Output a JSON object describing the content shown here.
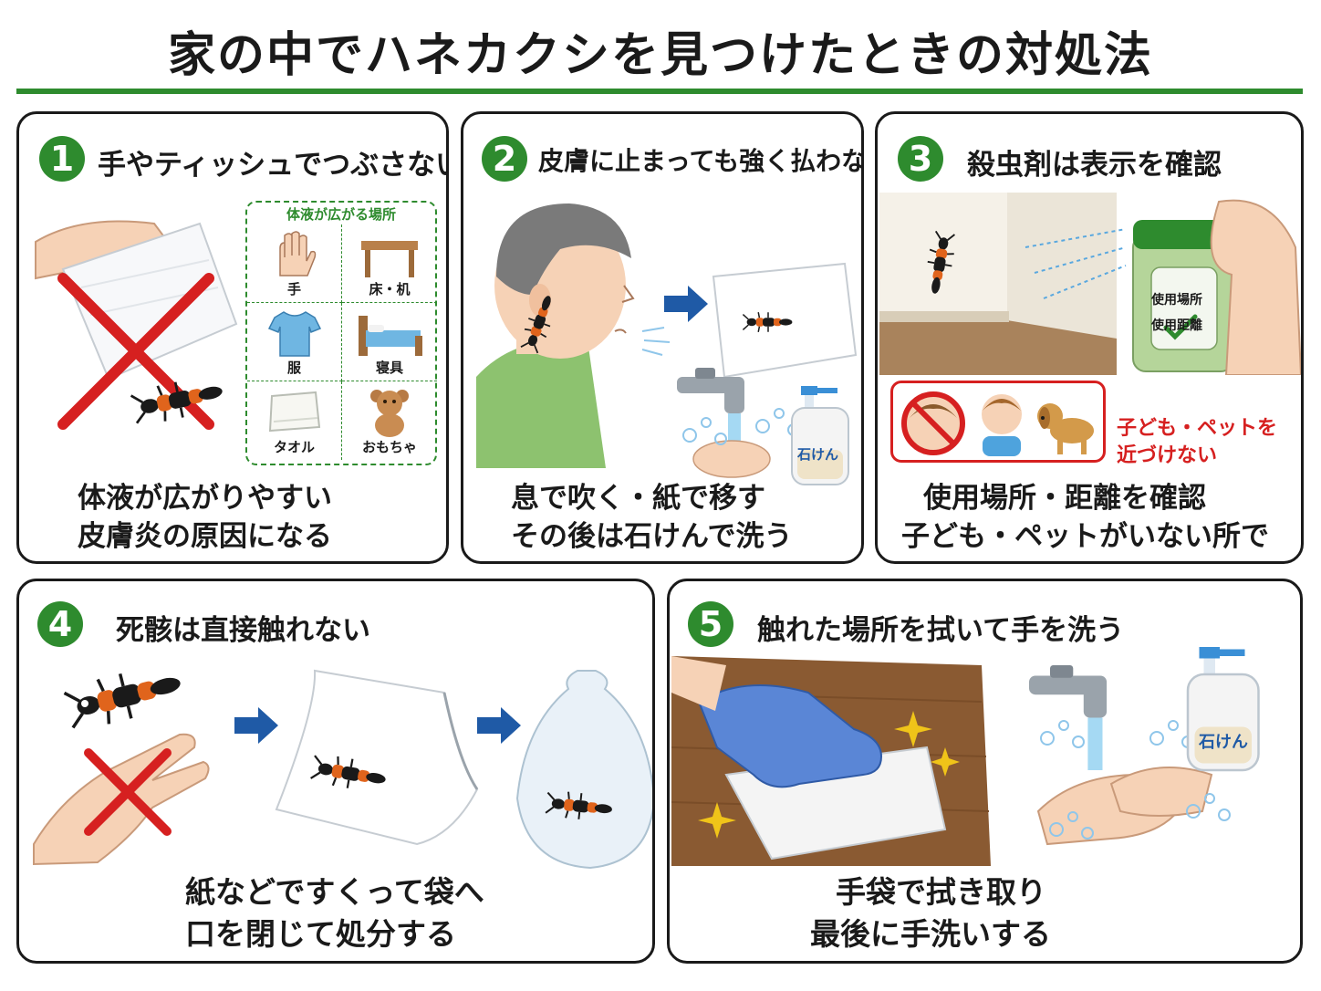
{
  "title": "家の中でハネカクシを見つけたときの対処法",
  "colors": {
    "accent": "#2e8b2e",
    "warn": "#d62020",
    "arrow": "#1f5aa6"
  },
  "panels": [
    {
      "number": "1",
      "heading": "手やティッシュでつぶさない",
      "grid_title": "体液が広がる場所",
      "grid_items": [
        "手",
        "床・机",
        "服",
        "寝具",
        "タオル",
        "おもちゃ"
      ],
      "caption": [
        "体液が広がりやすい",
        "皮膚炎の原因になる"
      ]
    },
    {
      "number": "2",
      "heading": "皮膚に止まっても強く払わない",
      "soap_label": "石けん",
      "caption": [
        "息で吹く・紙で移す",
        "その後は石けんで洗う"
      ]
    },
    {
      "number": "3",
      "heading": "殺虫剤は表示を確認",
      "can_label": [
        "使用場所",
        "使用距離"
      ],
      "warning": [
        "子ども・ペットを",
        "近づけない"
      ],
      "caption": [
        "使用場所・距離を確認",
        "子ども・ペットがいない所で"
      ]
    },
    {
      "number": "4",
      "heading": "死骸は直接触れない",
      "caption": [
        "紙などですくって袋へ",
        "口を閉じて処分する"
      ]
    },
    {
      "number": "5",
      "heading": "触れた場所を拭いて手を洗う",
      "soap_label": "石けん",
      "caption": [
        "手袋で拭き取り",
        "最後に手洗いする"
      ]
    }
  ]
}
